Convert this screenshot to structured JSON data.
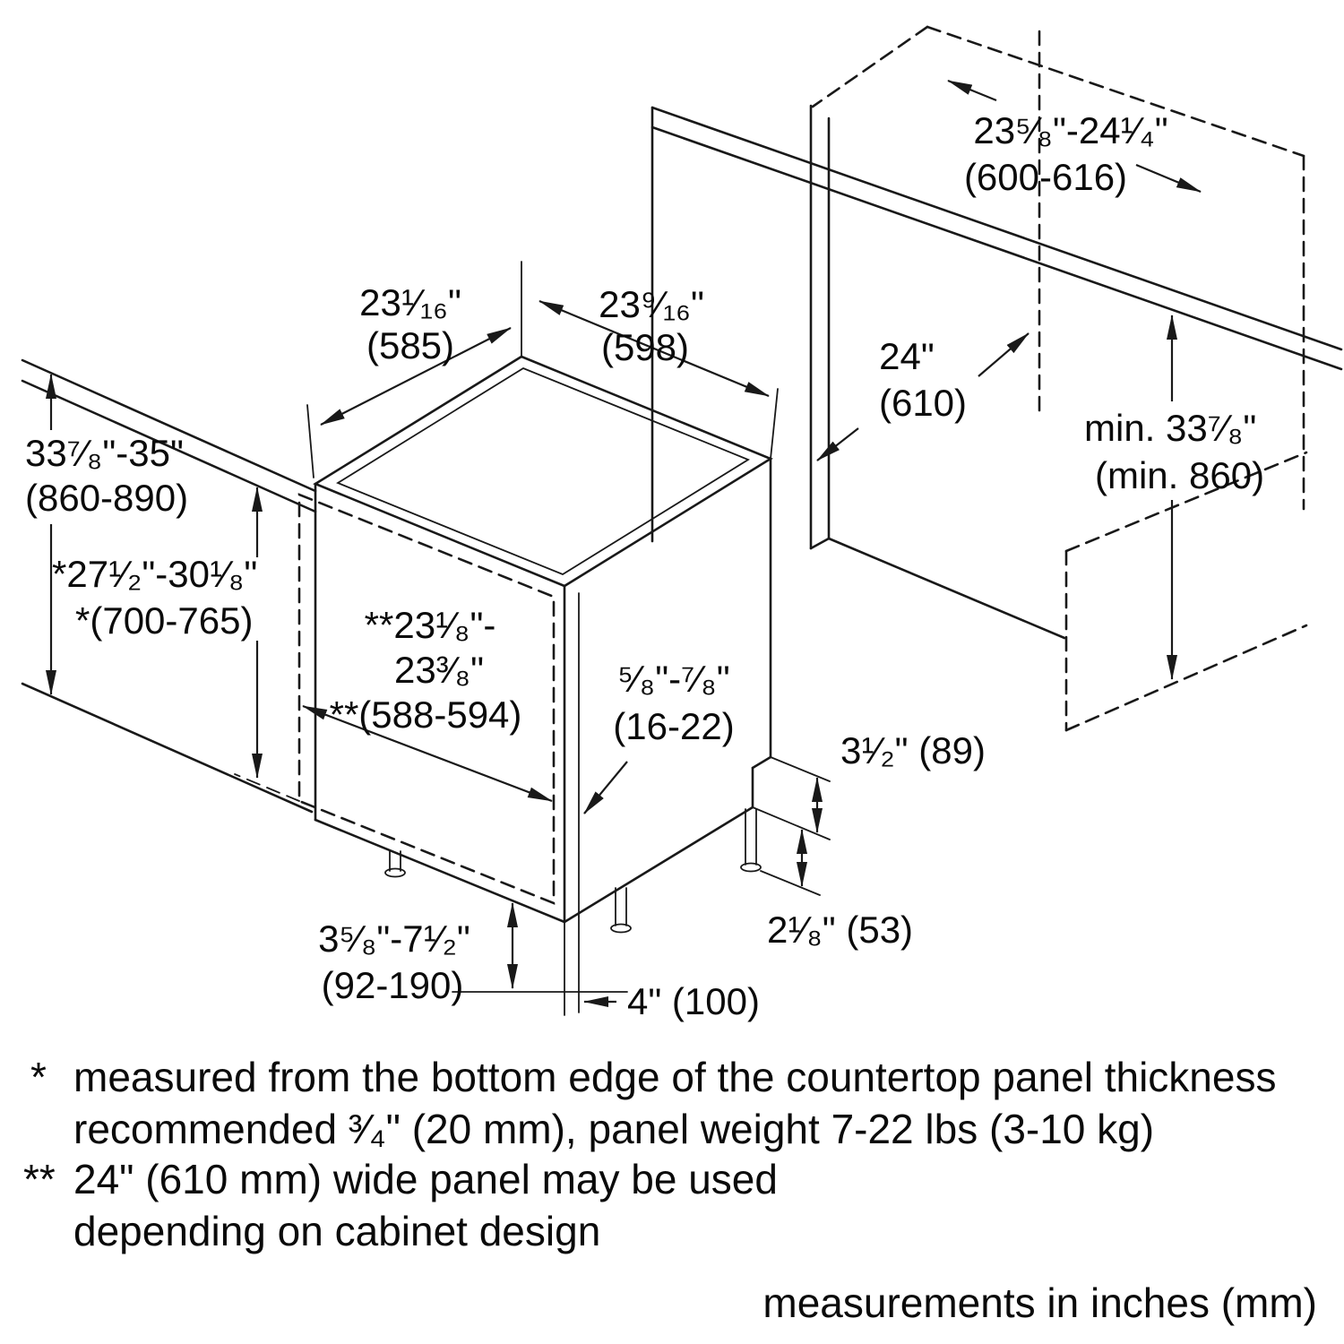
{
  "diagram": {
    "dimensions": {
      "top_depth": {
        "inches": "23¹⁄₁₆\"",
        "mm": "(585)"
      },
      "top_width": {
        "inches": "23⁹⁄₁₆\"",
        "mm": "(598)"
      },
      "niche_width": {
        "inches": "23⁵⁄₈\"-24¹⁄₄\"",
        "mm": "(600-616)"
      },
      "cabinet_depth": {
        "inches": "24\"",
        "mm": "(610)"
      },
      "niche_height": {
        "inches": "min. 33⁷⁄₈\"",
        "mm": "(min. 860)"
      },
      "overall_height": {
        "inches": "33⁷⁄₈\"-35\"",
        "mm": "(860-890)"
      },
      "panel_height": {
        "inches": "*27¹⁄₂\"-30¹⁄₈\"",
        "mm": "*(700-765)"
      },
      "panel_width": {
        "inches_line1": "**23¹⁄₈\"-",
        "inches_line2": "23³⁄₈\"",
        "mm": "**(588-594)"
      },
      "panel_thickness": {
        "inches": "⁵⁄₈\"-⁷⁄₈\"",
        "mm": "(16-22)"
      },
      "toe_kick_height": "3¹⁄₂\" (89)",
      "rear_leg_height": "2¹⁄₈\" (53)",
      "leg_range": {
        "inches": "3⁵⁄₈\"-7¹⁄₂\"",
        "mm": "(92-190)"
      },
      "toe_kick_depth": "4\" (100)"
    },
    "footnotes": [
      {
        "marker": "*",
        "line1": "measured from the bottom edge of the countertop panel thickness",
        "line2": "recommended ³⁄₄\" (20 mm), panel weight 7-22 lbs (3-10 kg)"
      },
      {
        "marker": "**",
        "line1": "24\" (610 mm) wide panel may be used",
        "line2": "depending on cabinet design"
      }
    ],
    "units_note": "measurements in inches (mm)",
    "colors": {
      "line": "#191919",
      "background": "#ffffff"
    }
  }
}
